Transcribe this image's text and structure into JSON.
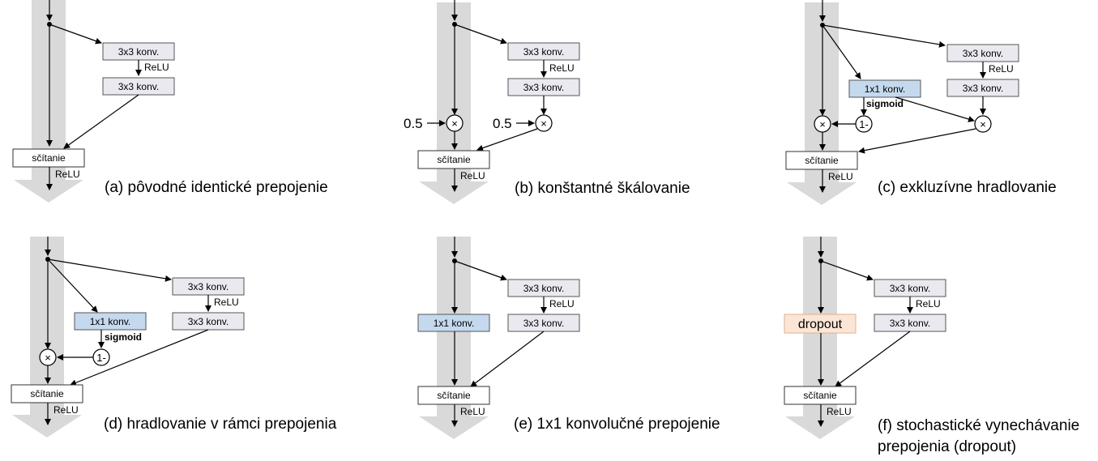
{
  "labels": {
    "conv3": "3x3 konv.",
    "conv1": "1x1 konv.",
    "sum": "sčítanie",
    "relu": "ReLU",
    "sigmoid": "sigmoid",
    "one_minus": "1-",
    "times": "×",
    "scale_half": "0.5",
    "dropout": "dropout"
  },
  "captions": {
    "a": "(a) pôvodné identické prepojenie",
    "b": "(b) konštantné škálovanie",
    "c": "(c) exkluzívne hradlovanie",
    "d": "(d) hradlovanie v rámci prepojenia",
    "e": "(e) 1x1 konvolučné prepojenie",
    "f_line1": "(f) stochastické vynechávanie",
    "f_line2": "prepojenia (dropout)"
  },
  "colors": {
    "gray_flow": "#d9d9d9",
    "conv_fill": "#ebe9f0",
    "gate_fill": "#c5d9ee",
    "dropout_fill": "#fbe5d6",
    "dropout_stroke": "#e0b090"
  }
}
